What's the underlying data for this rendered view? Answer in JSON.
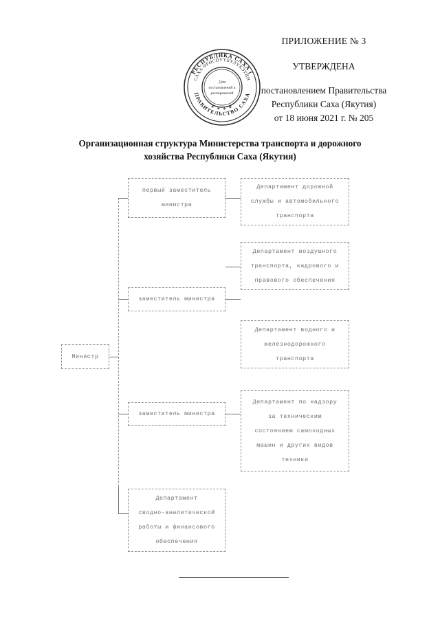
{
  "header": {
    "appendix": "ПРИЛОЖЕНИЕ № 3",
    "approved": "УТВЕРЖДЕНА",
    "by_line_1": "постановлением Правительства",
    "by_line_2": "Республики Саха (Якутия)",
    "by_line_3": "от 18 июня 2021 г. № 205"
  },
  "stamp": {
    "name": "government-seal",
    "outer_text_top": "РЕСПУБЛИКА САХА (ЯКУТИЯ)",
    "outer_text_bottom": "ПРАВИТЕЛЬСТВО САХА ӨРӨСПҮҮБҮЛҮКЭТИН",
    "inner_text_1": "Для",
    "inner_text_2": "постановлений и",
    "inner_text_3": "распоряжений",
    "stars": "* * *"
  },
  "title": {
    "line_1": "Организационная структура Министерства транспорта и дорожного",
    "line_2": "хозяйства Республики Саха (Якутия)"
  },
  "chart_data": {
    "type": "diagram",
    "root": {
      "label": "Министр"
    },
    "nodes": [
      {
        "id": "first-deputy",
        "lines": [
          "первый заместитель",
          "министра"
        ],
        "column": "deputy"
      },
      {
        "id": "dept-road",
        "lines": [
          "Департамент дорожной",
          "службы и автомобильного",
          "транспорта"
        ],
        "column": "department"
      },
      {
        "id": "dept-air",
        "lines": [
          "Департамент воздушного",
          "транспорта, кадрового и",
          "правового обеспечения"
        ],
        "column": "department"
      },
      {
        "id": "deputy-1",
        "lines": [
          "заместитель министра"
        ],
        "column": "deputy"
      },
      {
        "id": "dept-water-rail",
        "lines": [
          "Департамент водного и",
          "железнодорожного",
          "транспорта"
        ],
        "column": "department"
      },
      {
        "id": "deputy-2",
        "lines": [
          "заместитель министра"
        ],
        "column": "deputy"
      },
      {
        "id": "dept-supervision",
        "lines": [
          "Департамент по надзору",
          "за техническим",
          "состоянием самоходных",
          "машин и других видов",
          "техники"
        ],
        "column": "department"
      },
      {
        "id": "dept-analytics",
        "lines": [
          "Департамент",
          "сводно-аналитической",
          "работы и финансового",
          "обеспечения"
        ],
        "column": "deputy"
      }
    ]
  },
  "colors": {
    "text": "#171717",
    "box_border": "#8e8e8e",
    "box_text": "#6f6f6f",
    "connector": "#6e6e6e",
    "rule": "#3b3b3b"
  }
}
